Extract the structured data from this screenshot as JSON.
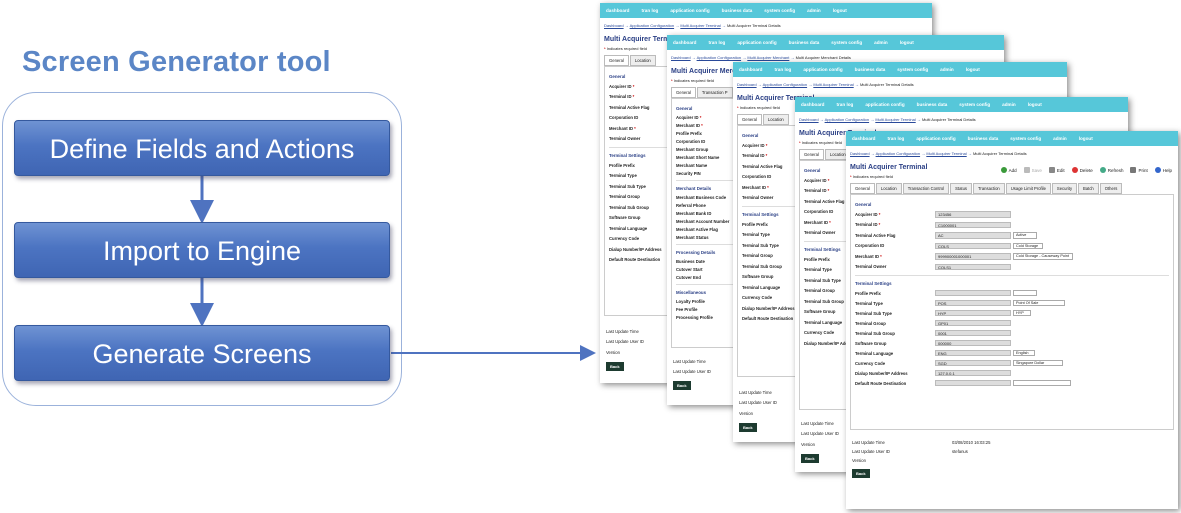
{
  "title": "Screen Generator tool",
  "steps": [
    "Define Fields and Actions",
    "Import to Engine",
    "Generate Screens"
  ],
  "nav": [
    "dashboard",
    "tran log",
    "application config",
    "business data",
    "system config",
    "admin",
    "logout"
  ],
  "breadcrumb": {
    "a": "Dashboard",
    "b": "Application Configuration",
    "c": "Multi Acquirer Terminal",
    "c_merchant": "Multi Acquirer Merchant",
    "current": "Multi Acquirer Terminal Details",
    "current_merchant": "Multi Acquirer Merchant Details"
  },
  "page_title": "Multi Acquirer Terminal",
  "page_title_merchant": "Multi Acquirer Merc",
  "required_note": "Indicates required field",
  "toolbar": [
    "Add",
    "Save",
    "Edit",
    "Delete",
    "Refresh",
    "Print",
    "Help"
  ],
  "tabs": [
    "General",
    "Location",
    "Transaction Control",
    "Status",
    "Transaction",
    "Usage Limit Profile",
    "Security",
    "Batch",
    "Others"
  ],
  "tabs_merchant": [
    "General",
    "Transaction P"
  ],
  "general_fields": [
    {
      "label": "Acquirer ID",
      "required": true,
      "value": "123456"
    },
    {
      "label": "Terminal ID",
      "required": true,
      "value": "C1000001"
    },
    {
      "label": "Terminal Active Flag",
      "required": false,
      "value": "AC",
      "select": "Active"
    },
    {
      "label": "Corporation ID",
      "required": false,
      "value": "COLS",
      "select": "Cold Storage"
    },
    {
      "label": "Merchant ID",
      "required": true,
      "value": "999900001000001",
      "select": "Cold Storage - Causeway Point"
    },
    {
      "label": "Terminal Owner",
      "required": false,
      "value": "COLS1"
    }
  ],
  "terminal_settings": [
    {
      "label": "Profile Prefix",
      "value": "",
      "select": " "
    },
    {
      "label": "Terminal Type",
      "value": "POS",
      "select": "Point Of Sale"
    },
    {
      "label": "Terminal Sub Type",
      "value": "HYP",
      "select": "HYP"
    },
    {
      "label": "Terminal Group",
      "value": "GP01"
    },
    {
      "label": "Terminal Sub Group",
      "value": "0001"
    },
    {
      "label": "Software Group",
      "value": "000000"
    },
    {
      "label": "Terminal Language",
      "value": "ENG",
      "select": "English"
    },
    {
      "label": "Currency Code",
      "value": "SGD",
      "select": "Singapore Dollar"
    },
    {
      "label": "Dialup Number/IP Address",
      "value": "127.0.0.1"
    },
    {
      "label": "Default Route Destination",
      "value": "",
      "select": " "
    }
  ],
  "merchant_general": [
    "Acquirer ID",
    "Merchant ID",
    "Profile Prefix",
    "Corporation ID",
    "Merchant Group",
    "Merchant Short Name",
    "Merchant Name",
    "Security PIN"
  ],
  "merchant_details": [
    "Merchant Business Code",
    "Referral Phone",
    "Merchant Bank ID",
    "Merchant Account Number",
    "Merchant Active Flag",
    "Merchant Status"
  ],
  "processing_details": [
    "Business Date",
    "Cutover Start",
    "Cutover End"
  ],
  "miscellaneous": [
    "Loyalty Profile",
    "Fee Profile",
    "Processing Profile"
  ],
  "sections": {
    "general": "General",
    "terminal_settings": "Terminal Settings",
    "merchant_details": "Merchant Details",
    "processing_details": "Processing Details",
    "miscellaneous": "Miscellaneous"
  },
  "meta": {
    "last_update_time_label": "Last Update Time",
    "last_update_time": "03/08/2010 16:03:25",
    "last_update_user_label": "Last Update User ID",
    "last_update_user": "stefanus",
    "version_label": "Version"
  },
  "back": "Back",
  "colors": {
    "nav": "#56c7d9",
    "step": "#4c74c2",
    "title": "#5b86c6",
    "arrow": "#4f73c0"
  }
}
